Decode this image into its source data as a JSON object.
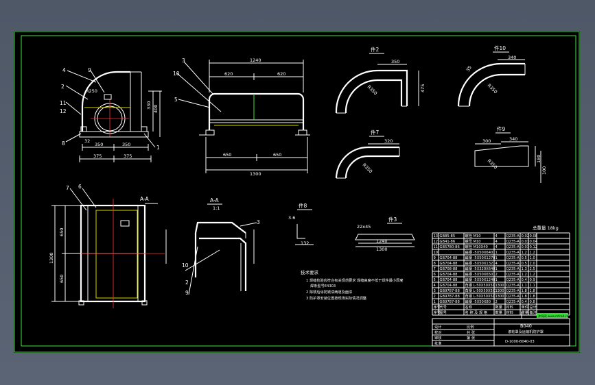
{
  "drawing": {
    "front_view": {
      "balloons": [
        "4",
        "9",
        "2",
        "11",
        "12",
        "8",
        "1"
      ],
      "dims": {
        "radius": "R250",
        "d1": "330",
        "d2": "400",
        "d3": "32",
        "bot_left": "350",
        "bot_right": "350",
        "bot_left2": "375",
        "bot_right2": "375"
      }
    },
    "side_view": {
      "balloons": [
        "3",
        "10",
        "5"
      ],
      "dims": {
        "top": "1240",
        "left_half": "620",
        "right_half": "620",
        "low_left": "650",
        "low_right": "650",
        "total": "1300"
      }
    },
    "part2": {
      "title": "件2",
      "d_h": "350",
      "d_v": "475",
      "radius": "R350"
    },
    "part10": {
      "title": "件10",
      "d_h": "340",
      "radius": "R350",
      "d_v": "35"
    },
    "part7": {
      "title": "件7",
      "d_h": "320",
      "radius": "R350"
    },
    "part9": {
      "title": "件9",
      "d_a": "300",
      "d_b": "340",
      "d_v": "180",
      "d_v2": "100",
      "radius": "R350"
    },
    "plan_view": {
      "balloons": [
        "7",
        "6"
      ],
      "dims": {
        "total": "1300",
        "upper": "650",
        "lower": "650"
      },
      "mark": "A-A"
    },
    "section_aa": {
      "title": "A-A",
      "scale": "1:1",
      "balloons": [
        "3",
        "10",
        "2",
        "9"
      ]
    },
    "part8": {
      "title": "件8",
      "d_a": "3.6",
      "d_b": "132"
    },
    "part3": {
      "title": "件3",
      "d_a": "1240",
      "d_b": "1300",
      "d_c": "22x45"
    },
    "notes": {
      "title": "技术要求",
      "items": [
        "1 焊缝检验应符合有关规范要求 焊缝高度不低于焊件最小厚度",
        "焊条型号E4303",
        "2 除锈后涂防锈漆两道及面漆",
        "3 防护罩安装位置按现场实际情况调整"
      ]
    }
  },
  "bom": {
    "mass": "总重量 18kg",
    "rows": [
      [
        "13",
        "GB85-85",
        "螺栓 M10",
        "4",
        "Q235-A",
        "0.02",
        "0.08"
      ],
      [
        "12",
        "GB41-86",
        "螺母 M10",
        "4",
        "Q235-A",
        "0.01",
        "0.04"
      ],
      [
        "11",
        "GB5780-86",
        "螺栓 M10X40",
        "4",
        "Q235-A",
        "0.03",
        "0.12"
      ],
      [
        "10",
        "",
        "扁钢 -5X50X640",
        "1",
        "Q235-A",
        "1.2",
        "1.2"
      ],
      [
        "9",
        "GB704-88",
        "扁钢 -5X50X1270",
        "1",
        "Q235-A",
        "0.5",
        "1.0"
      ],
      [
        "8",
        "GB704-88",
        "扁钢 -5X50X132",
        "4",
        "Q235-A",
        "0.5",
        "2.0"
      ],
      [
        "7",
        "GB708-88",
        "扁钢 -5X320X640",
        "1",
        "Q235-A",
        "1.3",
        "2.5"
      ],
      [
        "6",
        "GB704-88",
        "扁钢 -5X50X650",
        "2",
        "Q235-A",
        "1.2",
        "1.2"
      ],
      [
        "5",
        "GB704-88",
        "扁钢 -5X50X1240",
        "1",
        "Q235-A",
        "0.4",
        "0.9"
      ],
      [
        "4",
        "GB704-88",
        "角钢 L-50X50X5X1300",
        "1",
        "Q235-A",
        "1.1",
        "1.1"
      ],
      [
        "3",
        "GB9787-88",
        "角钢 L-50X50X5X1300",
        "1",
        "Q235-A",
        "1.8",
        "1.8"
      ],
      [
        "2",
        "GB9787-88",
        "角钢 L-50X50X5X1300",
        "1",
        "Q235-A",
        "1.8",
        "1.8"
      ],
      [
        "1",
        "GB9787-88",
        "扁钢 -5X50X80",
        "2",
        "Q235-A",
        "0.4",
        "0.8"
      ]
    ],
    "header": [
      "序号",
      "代号",
      "名称",
      "数量",
      "材料",
      "单件",
      "总计"
    ],
    "header2": [
      "序号",
      "图号",
      "名 称 及 规 格",
      "数量",
      "材料",
      "重量",
      "备注"
    ]
  },
  "title_block": {
    "project": "B040",
    "name": "滚轮罩及运输机防护罩",
    "drawing_no": "D-1000-B040-03",
    "green_tag": "沐风网 www.mfcad.com",
    "rows": [
      "设计",
      "校对",
      "审核",
      "批准"
    ],
    "cell_labels": [
      "比例",
      "共 张",
      "第 张"
    ]
  },
  "colors": {
    "background": "#000000",
    "frame": "#3ee63e",
    "line": "#ffffff",
    "hidden": "#d6d600",
    "center": "#ff3030"
  }
}
